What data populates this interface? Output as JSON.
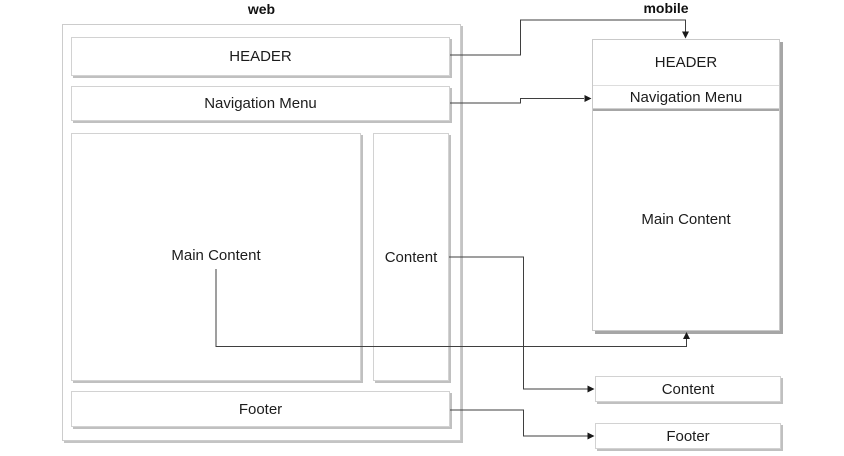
{
  "web": {
    "title": "web",
    "header": "HEADER",
    "nav": "Navigation Menu",
    "main": "Main Content",
    "content": "Content",
    "footer": "Footer"
  },
  "mobile": {
    "title": "mobile",
    "header": "HEADER",
    "nav": "Navigation Menu",
    "main": "Main Content",
    "content": "Content",
    "footer": "Footer"
  },
  "colors": {
    "background": "#ffffff",
    "box_border": "#d2d2d2",
    "box_shadow": "#c0c0c0",
    "connector_line": "#3f3f3f",
    "text": "#1c1c1c"
  }
}
